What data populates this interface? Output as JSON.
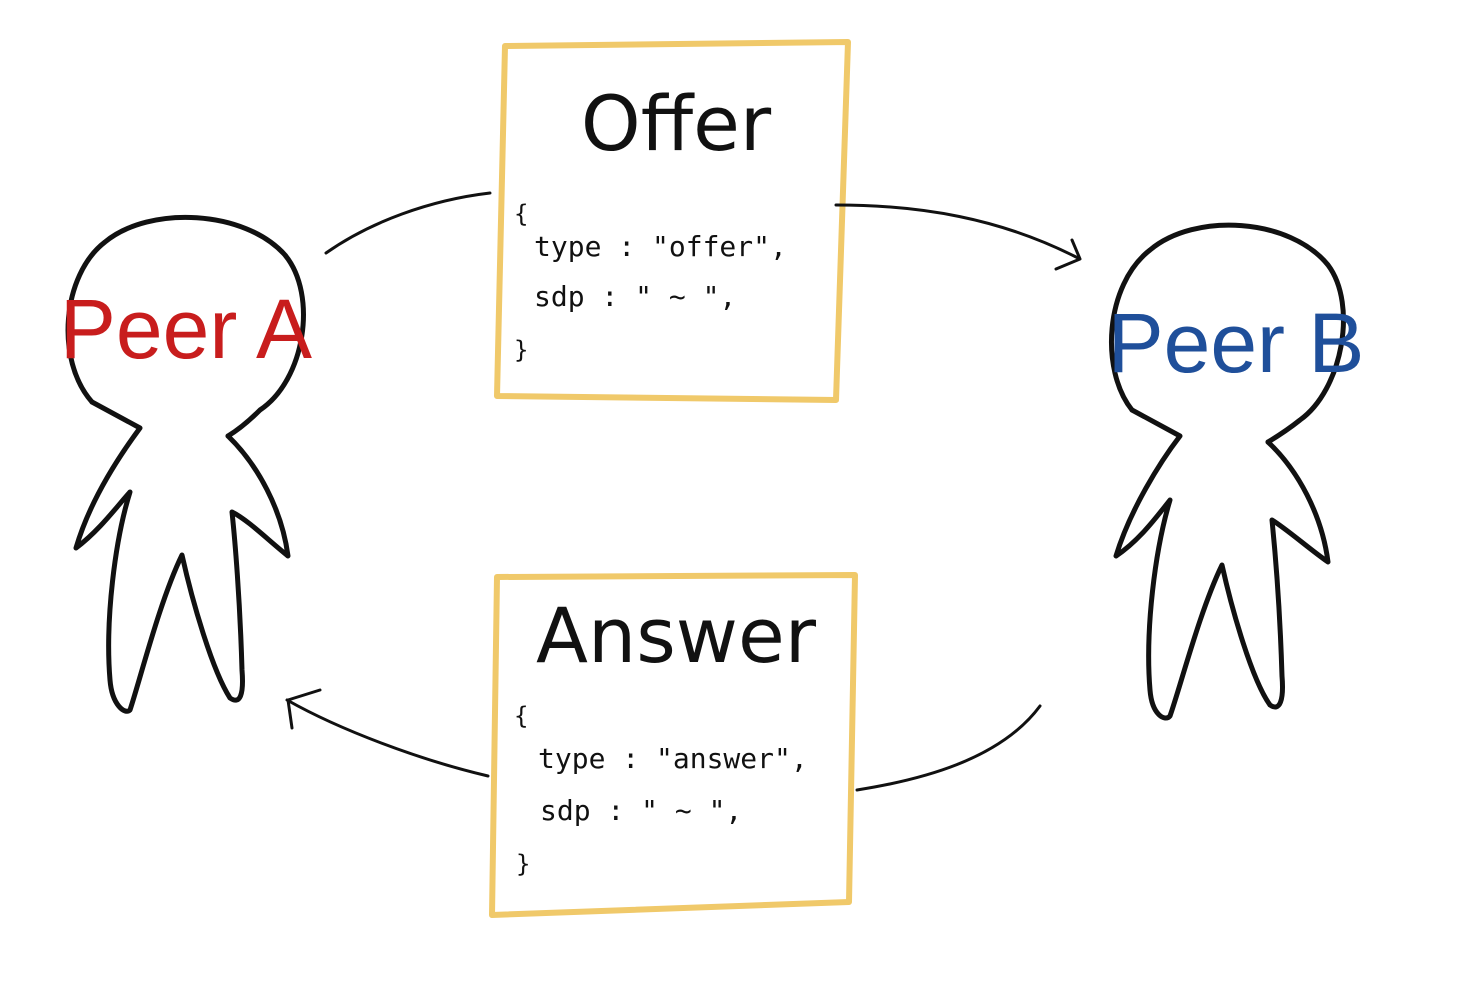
{
  "peers": [
    {
      "id": "peer-a",
      "label": "Peer A",
      "color": "#c81d1d"
    },
    {
      "id": "peer-b",
      "label": "Peer B",
      "color": "#1f4f9a"
    }
  ],
  "offer": {
    "title": "Offer",
    "code": [
      "{",
      "type : \"offer\",",
      "sdp : \" ~ \",",
      "}"
    ]
  },
  "answer": {
    "title": "Answer",
    "code": [
      "{",
      "type : \"answer\",",
      "sdp : \" ~ \",",
      "}"
    ]
  },
  "colors": {
    "box_border": "#f0c96a",
    "line": "#111111"
  }
}
